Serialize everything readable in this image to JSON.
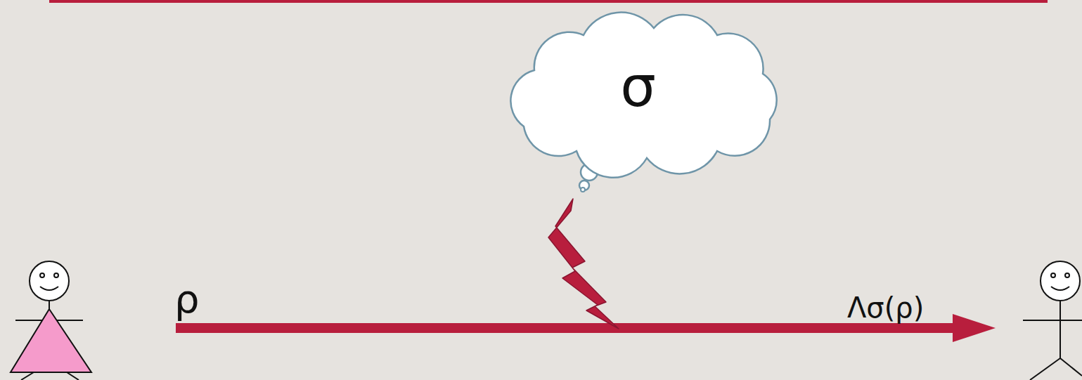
{
  "diagram": {
    "nodes": [
      {
        "text": [
          "σ"
        ]
      }
    ],
    "labels": [
      "ρ",
      "Λσ(ρ)"
    ]
  }
}
